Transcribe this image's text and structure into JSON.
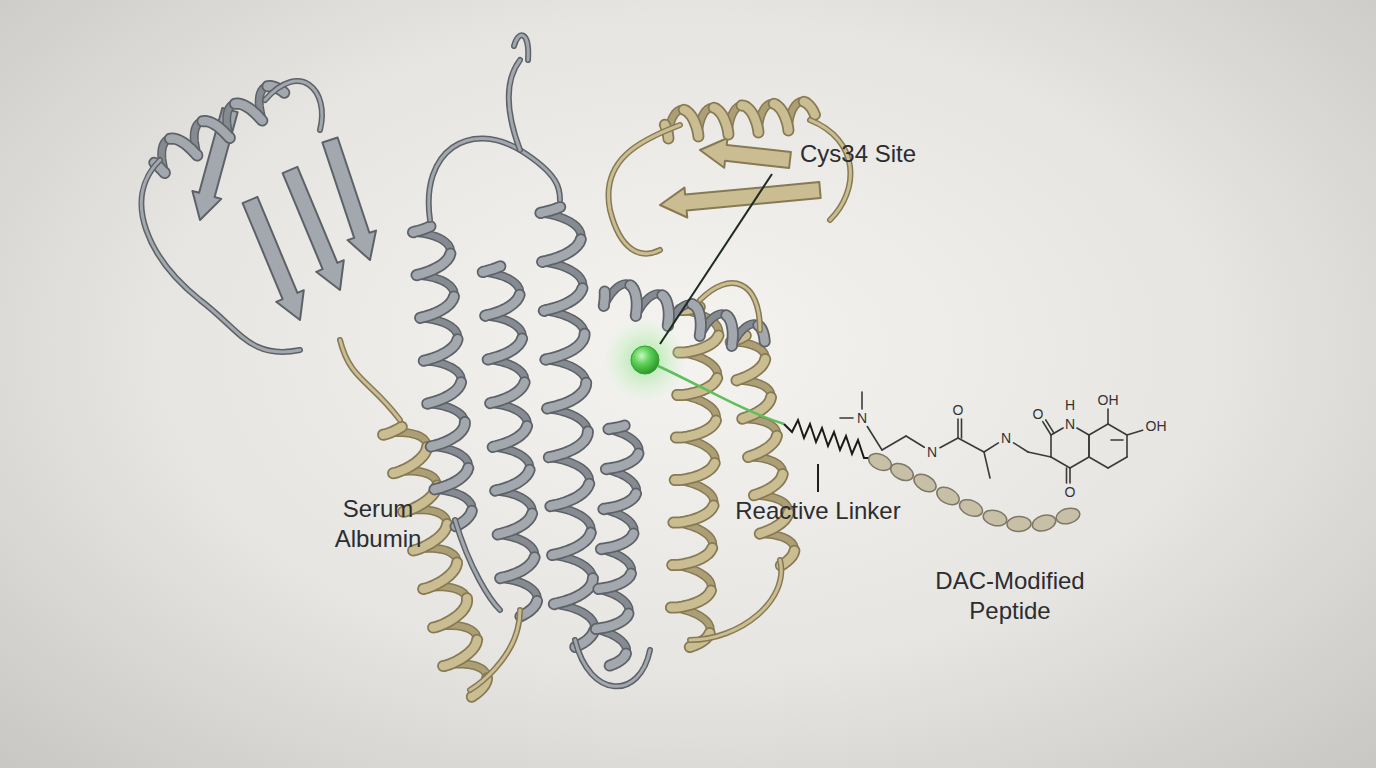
{
  "diagram": {
    "labels": [
      "Cys34 Site",
      "Serum Albumin",
      "Reactive Linker",
      "DAC-Modified Peptide",
      "N",
      "N",
      "O",
      "N",
      "O",
      "H",
      "N",
      "OH",
      "OH",
      "O"
    ]
  }
}
